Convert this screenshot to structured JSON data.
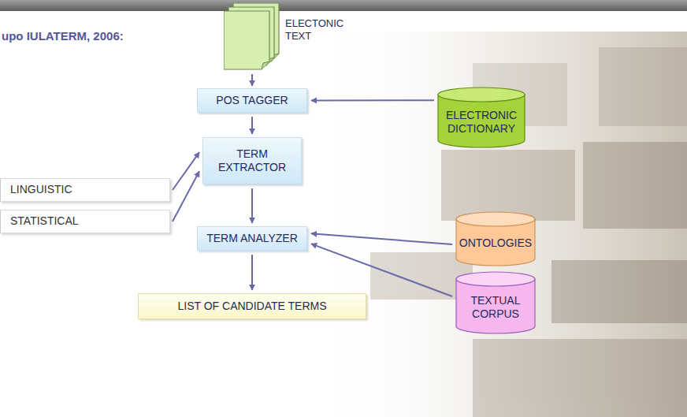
{
  "diagram": {
    "nodes": [
      {
        "text": [
          "ELECTONIC TEXT"
        ]
      },
      {
        "text": [
          "POS TAGGER"
        ]
      },
      {
        "text": [
          "ELECTRONIC DICTIONARY"
        ]
      },
      {
        "text": [
          "LINGUISTIC"
        ]
      },
      {
        "text": [
          "TERM EXTRACTOR"
        ]
      },
      {
        "text": [
          "STATISTICAL"
        ]
      },
      {
        "text": [
          "ONTOLOGIES"
        ]
      },
      {
        "text": [
          "TERM ANALYZER"
        ]
      },
      {
        "text": [
          "TEXTUAL CORPUS"
        ]
      },
      {
        "text": [
          "LIST OF CANDIDATE TERMS"
        ]
      }
    ],
    "edges": [
      {
        "from": 0,
        "to": 1,
        "arrow": "to"
      },
      {
        "from": 2,
        "to": 1,
        "arrow": "to"
      },
      {
        "from": 1,
        "to": 4,
        "arrow": "to"
      },
      {
        "from": 3,
        "to": 4,
        "arrow": "to"
      },
      {
        "from": 5,
        "to": 4,
        "arrow": "to"
      },
      {
        "from": 4,
        "to": 7,
        "arrow": "to"
      },
      {
        "from": 6,
        "to": 7,
        "arrow": "to"
      },
      {
        "from": 8,
        "to": 7,
        "arrow": "to"
      },
      {
        "from": 7,
        "to": 9,
        "arrow": "to"
      }
    ],
    "labels": [
      "upo IULATERM, 2006:"
    ]
  }
}
